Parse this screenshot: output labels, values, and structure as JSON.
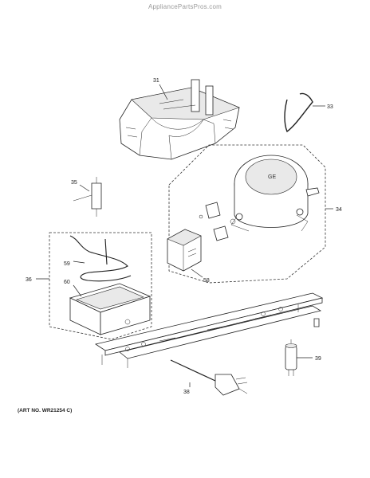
{
  "watermark": "AppliancePartsPros.com",
  "art_number": "(ART NO. WR21254 C)",
  "callouts": {
    "c31": "31",
    "c33": "33",
    "c34": "34",
    "c35": "35",
    "c36": "36",
    "c38": "38",
    "c39": "39",
    "c58": "58",
    "c59": "59",
    "c60": "60"
  }
}
